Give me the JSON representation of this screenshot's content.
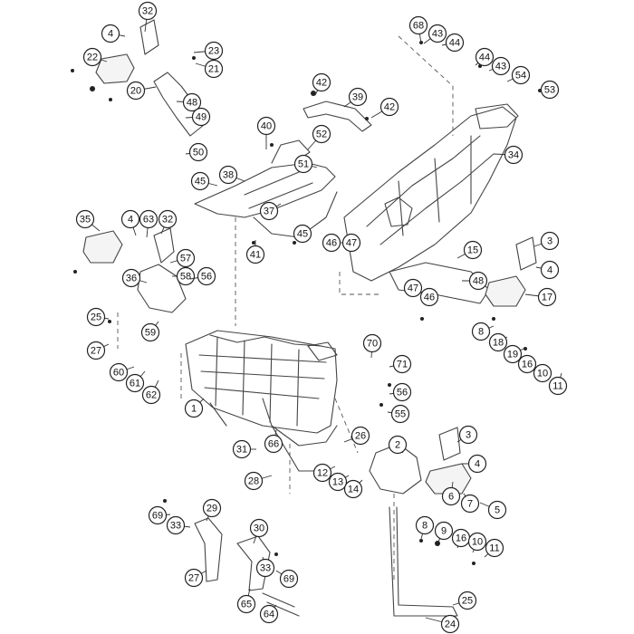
{
  "callouts": [
    "1",
    "2",
    "3",
    "4",
    "5",
    "6",
    "7",
    "8",
    "9",
    "10",
    "11",
    "12",
    "13",
    "14",
    "15",
    "16",
    "17",
    "18",
    "19",
    "20",
    "21",
    "22",
    "23",
    "24",
    "25",
    "26",
    "27",
    "28",
    "29",
    "30",
    "31",
    "32",
    "33",
    "34",
    "35",
    "36",
    "37",
    "38",
    "39",
    "40",
    "41",
    "42",
    "43",
    "44",
    "45",
    "46",
    "47",
    "48",
    "49",
    "50",
    "51",
    "52",
    "53",
    "54",
    "55",
    "56",
    "57",
    "58",
    "59",
    "60",
    "61",
    "62",
    "63",
    "64",
    "65",
    "66",
    "68",
    "69",
    "70",
    "71"
  ],
  "colors": {
    "line": "#444444",
    "callout_stroke": "#222222",
    "background": "#ffffff"
  }
}
